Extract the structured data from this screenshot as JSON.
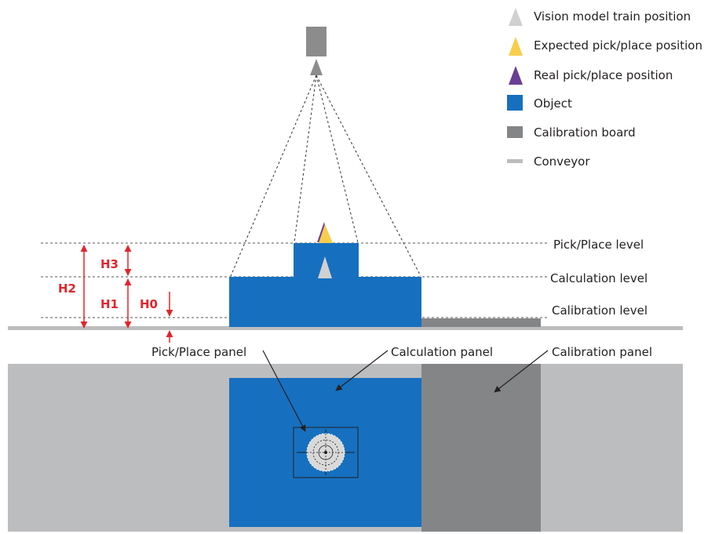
{
  "legend": {
    "items": [
      {
        "key": "train",
        "label": "Vision model train position",
        "icon": "triangle-icon",
        "color": "#d0d0d0"
      },
      {
        "key": "expected",
        "label": "Expected pick/place position",
        "icon": "triangle-icon",
        "color": "#f7ce4b"
      },
      {
        "key": "real",
        "label": "Real pick/place position",
        "icon": "triangle-icon",
        "color": "#6a3f93"
      },
      {
        "key": "object",
        "label": "Object",
        "icon": "square-icon",
        "color": "#1670bf"
      },
      {
        "key": "board",
        "label": "Calibration board",
        "icon": "square-icon",
        "color": "#848587"
      },
      {
        "key": "conveyor",
        "label": "Conveyor",
        "icon": "line-icon",
        "color": "#bcbdbf"
      }
    ]
  },
  "levels": {
    "pick_place": "Pick/Place level",
    "calculation": "Calculation level",
    "calibration": "Calibration level"
  },
  "heights": {
    "h0": "H0",
    "h1": "H1",
    "h2": "H2",
    "h3": "H3"
  },
  "panels": {
    "pick_place": "Pick/Place panel",
    "calculation": "Calculation panel",
    "calibration": "Calibration panel"
  },
  "colors": {
    "object": "#1670bf",
    "board": "#848587",
    "conveyor": "#bcbdbf",
    "camera": "#8c8c8c",
    "dimension": "#e2242b",
    "expected": "#f7ce4b",
    "real": "#6a3f93",
    "train": "#d0d0d0"
  }
}
